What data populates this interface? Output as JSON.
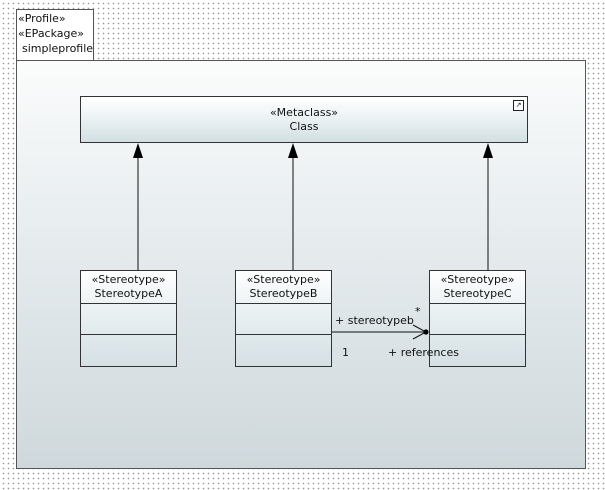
{
  "package": {
    "stereotypes": [
      "«Profile»",
      "«EPackage»"
    ],
    "name": "simpleprofile"
  },
  "metaclass": {
    "stereotype": "«Metaclass»",
    "name": "Class"
  },
  "stereotypes": [
    {
      "stereotype": "«Stereotype»",
      "name": "StereotypeA"
    },
    {
      "stereotype": "«Stereotype»",
      "name": "StereotypeB"
    },
    {
      "stereotype": "«Stereotype»",
      "name": "StereotypeC"
    }
  ],
  "association": {
    "source_role": "+ stereotypeb",
    "source_multiplicity": "1",
    "target_multiplicity": "*",
    "target_role": "+ references"
  }
}
